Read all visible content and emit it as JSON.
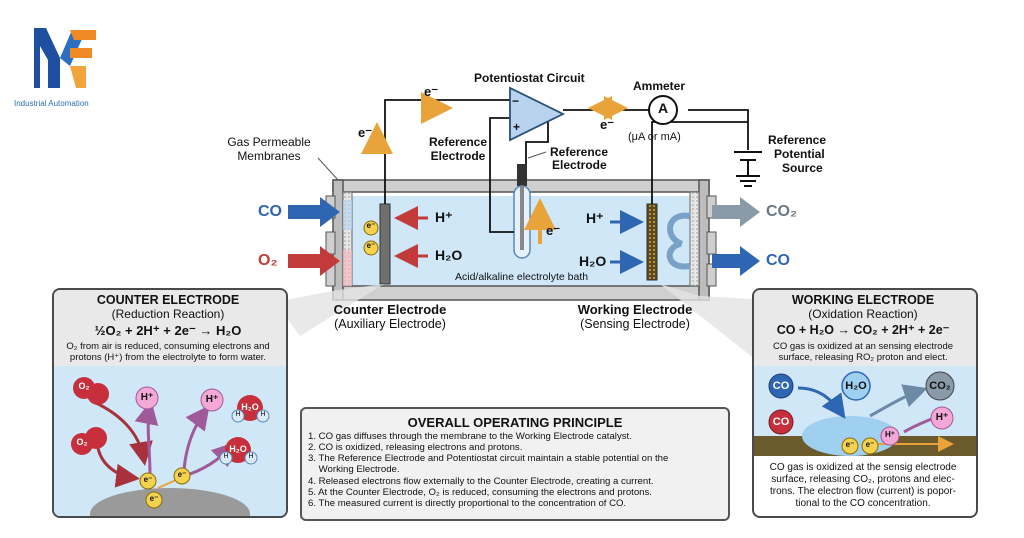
{
  "logo": {
    "caption": "Industrial Automation"
  },
  "labels": {
    "potentiostat": "Potentiostat Circuit",
    "ammeter": "Ammeter",
    "ammeter_symbol": "A",
    "ammeter_units": "(μA or mA)",
    "ref_source_1": "Reference",
    "ref_source_2": "Potential",
    "ref_source_3": "Source",
    "ref_electrode_left_1": "Reference",
    "ref_electrode_left_2": "Electrode",
    "ref_electrode_right_1": "Reference",
    "ref_electrode_right_2": "Electrode",
    "gas_membranes_1": "Gas Permeable",
    "gas_membranes_2": "Membranes",
    "electrolyte": "Acid/alkaline electrolyte bath",
    "counter_electrode": "Counter Electrode",
    "counter_electrode_sub": "(Auxiliary Electrode)",
    "working_electrode": "Working Electrode",
    "working_electrode_sub": "(Sensing Electrode)",
    "opamp_minus": "−",
    "opamp_plus": "+",
    "e_top": "e⁻",
    "e_left_wire": "e⁻",
    "e_ammeter": "e⁻",
    "e_reference": "e⁻",
    "co_in": "CO",
    "o2_in": "O₂",
    "co2_out": "CO₂",
    "co_out": "CO",
    "h_plus_left": "H⁺",
    "h2o_left": "H₂O",
    "h_plus_right": "H⁺",
    "h2o_right": "H₂O",
    "electron_bubble": "e⁻"
  },
  "counter_panel": {
    "title": "COUNTER ELECTRODE",
    "subtitle": "(Reduction Reaction)",
    "equation": "½O₂ + 2H⁺ + 2e⁻ → H₂O",
    "desc_1": "O₂ from air is reduced, consuming electrons and",
    "desc_2": "protons (H⁺) from the electrolyte to form water.",
    "molecules": {
      "o2": "O₂",
      "h_plus": "H⁺",
      "h2o": "H₂O",
      "h": "H",
      "electron": "e⁻"
    }
  },
  "working_panel": {
    "title": "WORKING ELECTRODE",
    "subtitle": "(Oxidation Reaction)",
    "equation": "CO + H₂O → CO₂ + 2H⁺ + 2e⁻",
    "desc_1": "CO gas is oxidized at an sensing electrode",
    "desc_2": "surface, releasing RO₂ proton and elect.",
    "molecules": {
      "co": "CO",
      "h2o": "H₂O",
      "co2": "CO₂",
      "h_plus": "H⁺",
      "electron": "e⁻"
    },
    "footer_1": "CO gas is oxidized at the sensig electrode",
    "footer_2": "surface, releasing CO₂, protons and elec-",
    "footer_3": "trons. The electron flow (current) is popor-",
    "footer_4": "tional to the CO concentration."
  },
  "principle": {
    "title": "OVERALL OPERATING PRINCIPLE",
    "steps": [
      "1. CO gas diffuses through the membrane to the Working Electrode catalyst.",
      "2. CO is oxidized, releasing electrons and protons.",
      "3. The Reference Electrode and Potentiostat circuit maintain a stable potential on the",
      "    Working Electrode.",
      "4. Released electrons flow externally to the Counter Electrode, creating a current.",
      "5. At the Counter Electrode, O₂ is reduced, consuming the electrons and protons.",
      "6. The measured current is directly proportional to the concentration of CO."
    ]
  }
}
